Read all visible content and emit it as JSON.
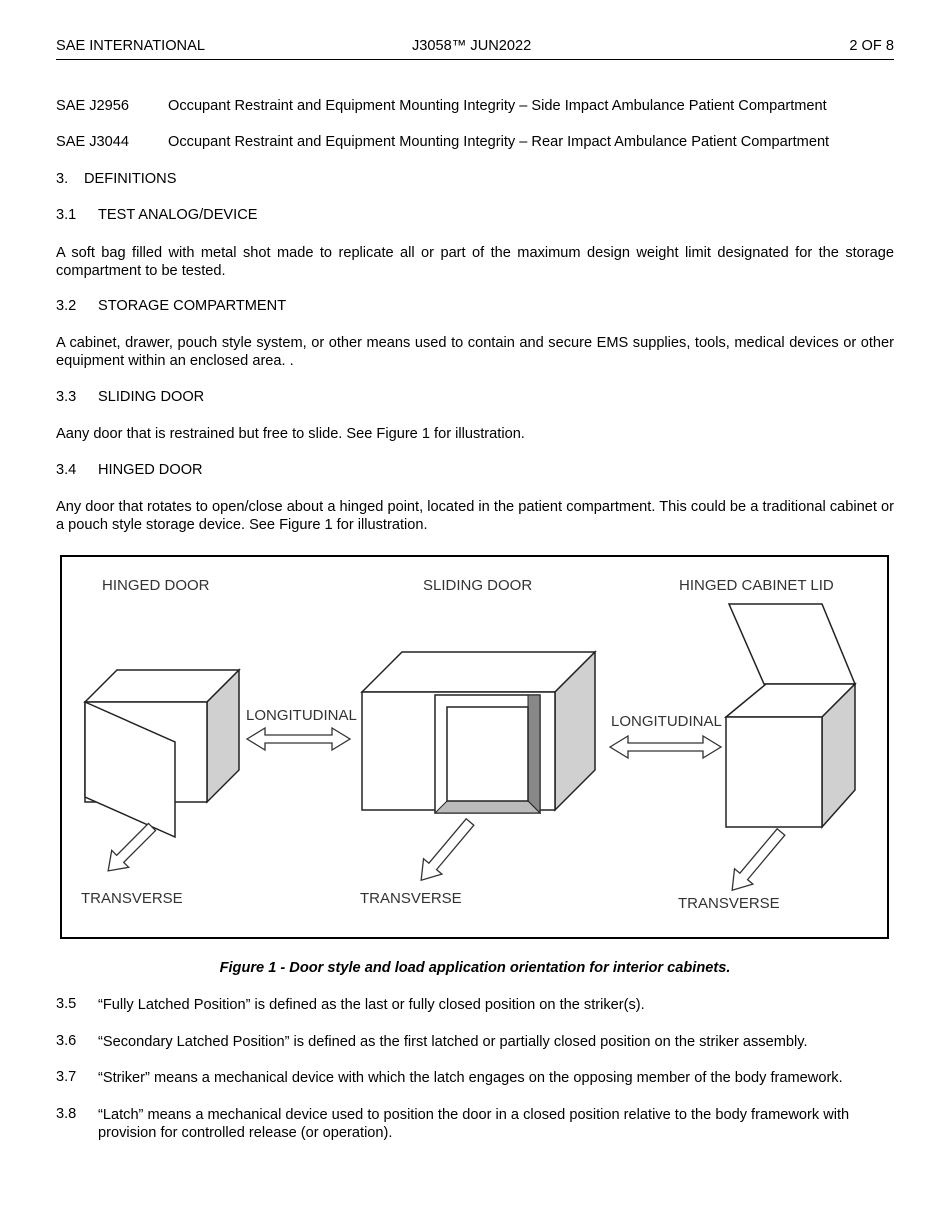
{
  "header": {
    "left": "SAE INTERNATIONAL",
    "center": "J3058™ JUN2022",
    "right": "2 OF 8"
  },
  "references": [
    {
      "id": "SAE J2956",
      "title": "Occupant Restraint and Equipment Mounting Integrity – Side Impact Ambulance Patient Compartment"
    },
    {
      "id": "SAE J3044",
      "title": "Occupant Restraint and Equipment Mounting Integrity – Rear Impact Ambulance Patient Compartment"
    }
  ],
  "section3": {
    "number": "3.",
    "title": "DEFINITIONS"
  },
  "definitions": [
    {
      "number": "3.1",
      "title": "TEST ANALOG/DEVICE",
      "text": "A soft bag filled with metal shot made to replicate all or part of the maximum design weight limit designated for the storage compartment to be tested."
    },
    {
      "number": "3.2",
      "title": "STORAGE COMPARTMENT",
      "text": "A cabinet, drawer, pouch style system, or other means used to contain and secure EMS supplies, tools, medical devices or other equipment within an enclosed area. ."
    },
    {
      "number": "3.3",
      "title": "SLIDING DOOR",
      "text": "Aany door that is restrained but free to slide.  See Figure 1 for illustration."
    },
    {
      "number": "3.4",
      "title": "HINGED DOOR",
      "text": "Any door that rotates to open/close about a hinged point, located in the patient compartment.  This could be a traditional cabinet or a pouch style storage device.   See Figure 1 for illustration."
    }
  ],
  "figure": {
    "labels": {
      "hinged_door": "HINGED DOOR",
      "sliding_door": "SLIDING DOOR",
      "hinged_cabinet_lid": "HINGED CABINET LID",
      "longitudinal": "LONGITUDINAL",
      "transverse": "TRANSVERSE"
    },
    "caption": "Figure 1 - Door style and load application orientation for interior cabinets."
  },
  "terms": [
    {
      "number": "3.5",
      "text": "“Fully Latched Position” is defined as the last or fully closed position on the striker(s)."
    },
    {
      "number": "3.6",
      "text": "“Secondary Latched Position” is defined as the first latched or partially closed position on the striker assembly."
    },
    {
      "number": "3.7",
      "text": "“Striker” means a mechanical device with which the latch engages on the opposing member of the body framework."
    },
    {
      "number": "3.8",
      "text": "“Latch” means a mechanical device used to position the door in a closed position relative to the body framework with provision for controlled release (or operation)."
    }
  ]
}
